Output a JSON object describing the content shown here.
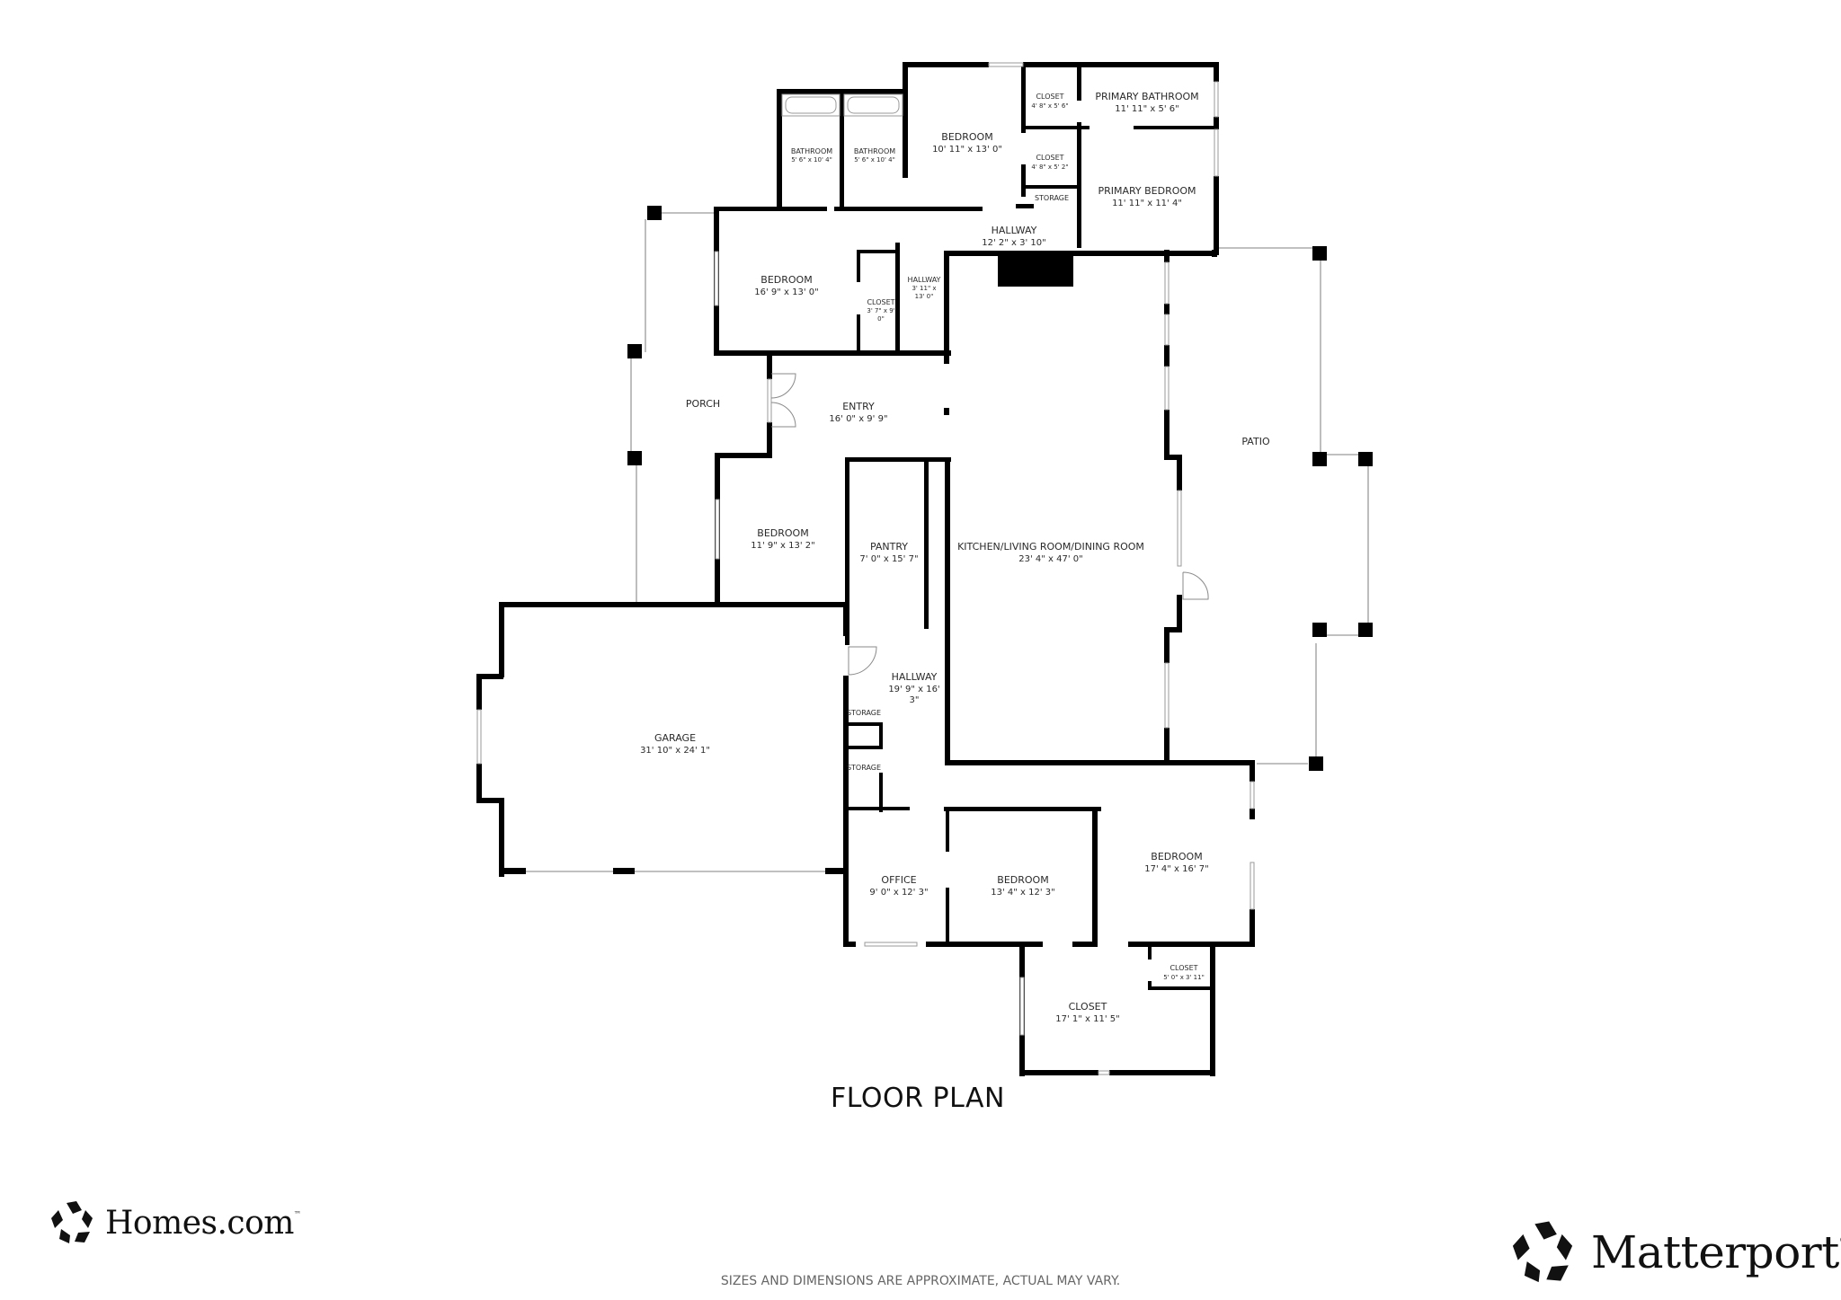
{
  "title": "FLOOR PLAN",
  "disclaimer": "SIZES AND DIMENSIONS ARE APPROXIMATE, ACTUAL MAY VARY.",
  "logos": {
    "left": {
      "icon": "homes-pentagon-logo-icon",
      "text": "Homes.com",
      "mark": "™"
    },
    "right": {
      "icon": "matterport-pentagon-logo-icon",
      "text": "Matterport",
      "mark": "®"
    }
  },
  "rooms": {
    "bathroom_1": {
      "name": "BATHROOM",
      "dims": "5' 6\" x 10' 4\""
    },
    "bathroom_2": {
      "name": "BATHROOM",
      "dims": "5' 6\" x 10' 4\""
    },
    "bedroom_north": {
      "name": "BEDROOM",
      "dims": "10' 11\" x 13' 0\""
    },
    "closet_primary_bath": {
      "name": "CLOSET",
      "dims": "4' 8\" x 5' 6\""
    },
    "primary_bathroom": {
      "name": "PRIMARY BATHROOM",
      "dims": "11' 11\" x 5' 6\""
    },
    "closet_primary_bed": {
      "name": "CLOSET",
      "dims": "4' 8\" x 5' 2\""
    },
    "storage_north": {
      "name": "STORAGE"
    },
    "primary_bedroom": {
      "name": "PRIMARY BEDROOM",
      "dims": "11' 11\" x 11' 4\""
    },
    "hallway_north": {
      "name": "HALLWAY",
      "dims": "12' 2\" x 3' 10\""
    },
    "bedroom_west": {
      "name": "BEDROOM",
      "dims": "16' 9\" x 13' 0\""
    },
    "closet_west": {
      "name": "CLOSET",
      "dims_line1": "3' 7\" x 9'",
      "dims_line2": "0\""
    },
    "hallway_small": {
      "name": "HALLWAY",
      "dims_line1": "3' 11\" x",
      "dims_line2": "13' 0\""
    },
    "porch": {
      "name": "PORCH"
    },
    "entry": {
      "name": "ENTRY",
      "dims": "16' 0\" x 9' 9\""
    },
    "patio": {
      "name": "PATIO"
    },
    "bedroom_mid": {
      "name": "BEDROOM",
      "dims": "11' 9\" x 13' 2\""
    },
    "pantry": {
      "name": "PANTRY",
      "dims": "7' 0\" x 15' 7\""
    },
    "kitchen": {
      "name": "KITCHEN/LIVING ROOM/DINING ROOM",
      "dims": "23' 4\" x 47' 0\""
    },
    "hallway_south": {
      "name": "HALLWAY",
      "dims_line1": "19' 9\" x 16'",
      "dims_line2": "3\""
    },
    "storage_s1": {
      "name": "STORAGE"
    },
    "storage_s2": {
      "name": "STORAGE"
    },
    "garage": {
      "name": "GARAGE",
      "dims": "31' 10\" x 24' 1\""
    },
    "office": {
      "name": "OFFICE",
      "dims": "9' 0\" x 12' 3\""
    },
    "bedroom_south": {
      "name": "BEDROOM",
      "dims": "13' 4\" x 12' 3\""
    },
    "bedroom_southeast": {
      "name": "BEDROOM",
      "dims": "17' 4\" x 16' 7\""
    },
    "closet_small_south": {
      "name": "CLOSET",
      "dims": "5' 0\" x 3' 11\""
    },
    "closet_large_south": {
      "name": "CLOSET",
      "dims": "17' 1\" x 11' 5\""
    }
  }
}
